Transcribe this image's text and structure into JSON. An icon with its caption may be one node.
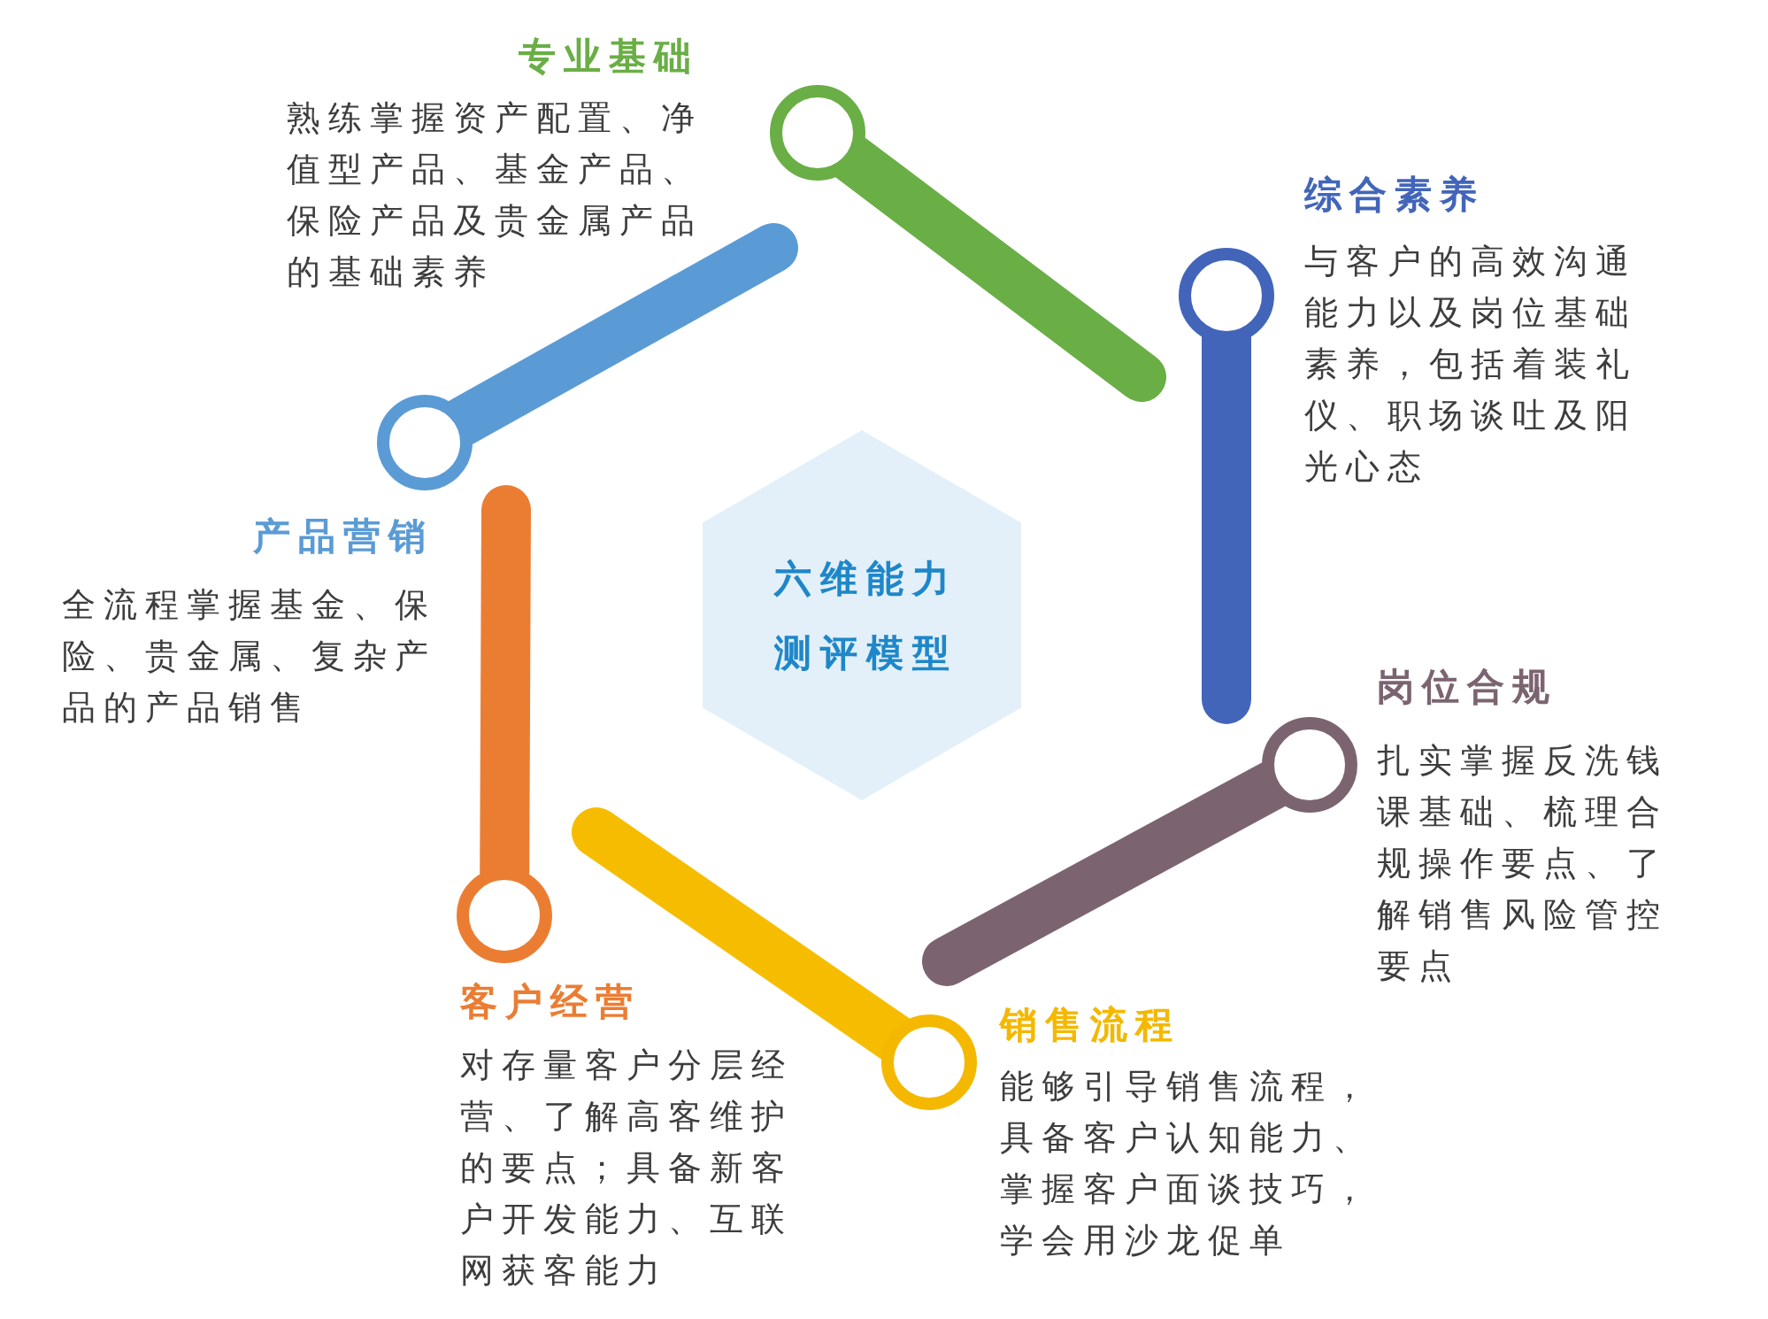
{
  "diagram": {
    "nodes": [
      {
        "text": [],
        "shape": "circle",
        "beside": [
          "专业基础",
          "熟练掌握资产配置、净值型产品、基金产品、保险产品及贵金属产品的基础素养"
        ]
      },
      {
        "text": [],
        "shape": "circle",
        "beside": [
          "综合素养",
          "与客户的高效沟通能力以及岗位基础素养，包括着装礼仪、职场谈吐及阳光心态"
        ]
      },
      {
        "text": [],
        "shape": "circle",
        "beside": [
          "岗位合规",
          "扎实掌握反洗钱课基础、梳理合规操作要点、了解销售风险管控要点"
        ]
      },
      {
        "text": [],
        "shape": "circle",
        "beside": [
          "销售流程",
          "能够引导销售流程，具备客户认知能力、掌握客户面谈技巧，学会用沙龙促单"
        ]
      },
      {
        "text": [],
        "shape": "circle",
        "beside": [
          "客户经营",
          "对存量客户分层经营、了解高客维护的要点；具备新客户开发能力、互联网获客能力"
        ]
      },
      {
        "text": [],
        "shape": "circle",
        "beside": [
          "产品营销",
          "全流程掌握基金、保险、贵金属、复杂产品的产品销售"
        ]
      },
      {
        "text": [
          "六维能力测评模型"
        ]
      }
    ],
    "edges": [
      {
        "from": 0,
        "to": null,
        "arrow": "none",
        "color": "#6aae46"
      },
      {
        "from": 1,
        "to": null,
        "arrow": "none",
        "color": "#4265b9"
      },
      {
        "from": 2,
        "to": null,
        "arrow": "none",
        "color": "#7b6470"
      },
      {
        "from": 3,
        "to": null,
        "arrow": "none",
        "color": "#f6bd00"
      },
      {
        "from": 4,
        "to": null,
        "arrow": "none",
        "color": "#eb7d33"
      },
      {
        "from": 5,
        "to": null,
        "arrow": "none",
        "color": "#5b9bd5"
      }
    ]
  }
}
